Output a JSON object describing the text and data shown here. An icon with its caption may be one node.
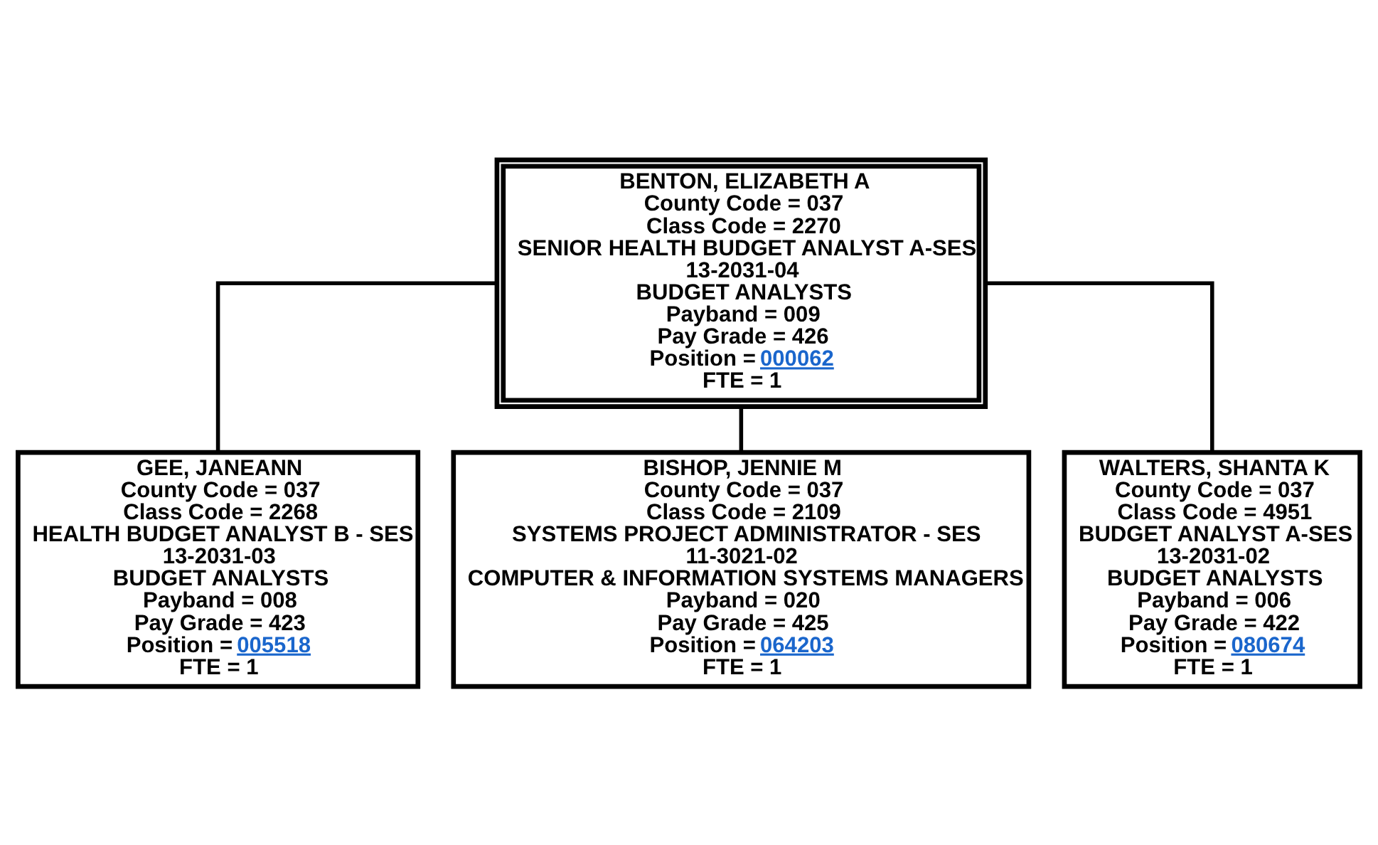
{
  "diagram": {
    "nodes": [
      {
        "text": [
          "BENTON, ELIZABETH A",
          "County Code = 037",
          "Class Code = 2270",
          "SENIOR HEALTH BUDGET ANALYST A-SES",
          "13-2031-04",
          "BUDGET ANALYSTS",
          "Payband = 009",
          "Pay Grade = 426",
          "Position = 000062",
          "FTE = 1"
        ]
      },
      {
        "text": [
          "GEE, JANEANN",
          "County Code = 037",
          "Class Code = 2268",
          "HEALTH BUDGET ANALYST B - SES",
          "13-2031-03",
          "BUDGET ANALYSTS",
          "Payband = 008",
          "Pay Grade = 423",
          "Position = 005518",
          "FTE = 1"
        ]
      },
      {
        "text": [
          "BISHOP, JENNIE M",
          "County Code = 037",
          "Class Code = 2109",
          "SYSTEMS PROJECT ADMINISTRATOR - SES",
          "11-3021-02",
          "COMPUTER & INFORMATION SYSTEMS MANAGERS",
          "Payband = 020",
          "Pay Grade = 425",
          "Position = 064203",
          "FTE = 1"
        ]
      },
      {
        "text": [
          "WALTERS, SHANTA K",
          "County Code = 037",
          "Class Code = 4951",
          "BUDGET ANALYST A-SES",
          "13-2031-02",
          "BUDGET ANALYSTS",
          "Payband = 006",
          "Pay Grade = 422",
          "Position = 080674",
          "FTE = 1"
        ]
      }
    ],
    "edges": [
      {
        "from": 0,
        "to": 1,
        "arrow": "none"
      },
      {
        "from": 0,
        "to": 2,
        "arrow": "none"
      },
      {
        "from": 0,
        "to": 3,
        "arrow": "none"
      }
    ]
  }
}
